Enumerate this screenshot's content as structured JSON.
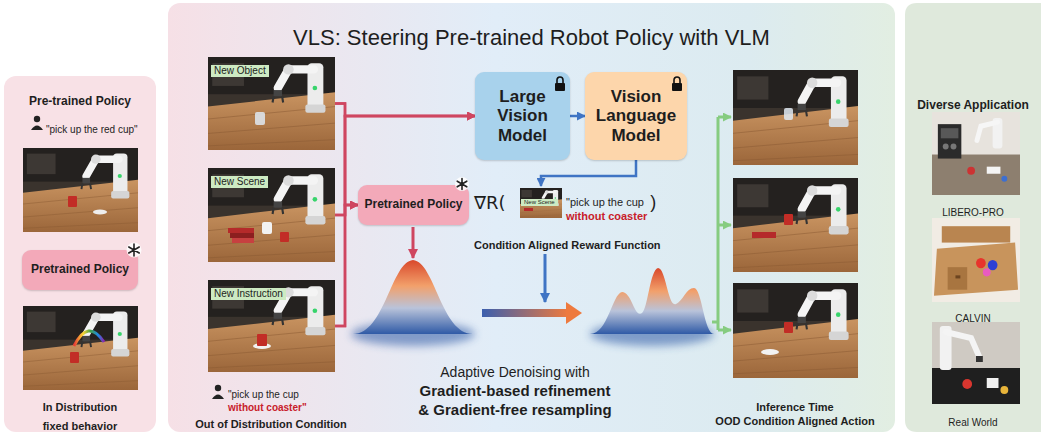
{
  "diagram": {
    "nodes": [
      {
        "text": [
          "Pre-trained Policy",
          "In Distribution fixed behavior"
        ]
      },
      {
        "text": [
          "Pretrained Policy"
        ],
        "in": 0
      },
      {
        "text": [
          "VLS: Steering Pre-trained Robot Policy with VLM"
        ]
      },
      {
        "text": [
          "New Object"
        ],
        "in": 2
      },
      {
        "text": [
          "New Scene"
        ],
        "in": 2
      },
      {
        "text": [
          "New Instruction"
        ],
        "in": 2
      },
      {
        "text": [
          "Large Vision Model"
        ],
        "in": 2
      },
      {
        "text": [
          "Vision Language Model"
        ],
        "in": 2
      },
      {
        "text": [
          "Pretrained Policy"
        ],
        "in": 2
      },
      {
        "text": [
          "∇R(",
          "New Scene",
          "\"pick up the cup",
          "without coaster",
          ")",
          "Condition Aligned Reward Function"
        ],
        "in": 2
      },
      {
        "text": [
          "Diverse Application",
          "LIBERO-PRO",
          "CALVIN",
          "Real World"
        ]
      }
    ],
    "edges": [
      {
        "from": 3,
        "to": 6,
        "arrow": "to"
      },
      {
        "from": 3,
        "to": 8,
        "arrow": "to"
      },
      {
        "from": 4,
        "to": 6,
        "arrow": "to"
      },
      {
        "from": 4,
        "to": 8,
        "arrow": "to"
      },
      {
        "from": 5,
        "to": 6,
        "arrow": "to"
      },
      {
        "from": 5,
        "to": 8,
        "arrow": "to"
      },
      {
        "from": 6,
        "to": 7,
        "arrow": "to"
      },
      {
        "from": 7,
        "to": 9,
        "arrow": "to"
      }
    ],
    "labels": [
      "\"pick up the red cup\"",
      "\"pick up the cup",
      "without coaster\"",
      "Out of Distribution Condition",
      "Adaptive Denoising with",
      "Gradient-based refinement",
      "& Gradient-free resampling",
      "Inference Time",
      "OOD Condition Aligned Action"
    ]
  }
}
